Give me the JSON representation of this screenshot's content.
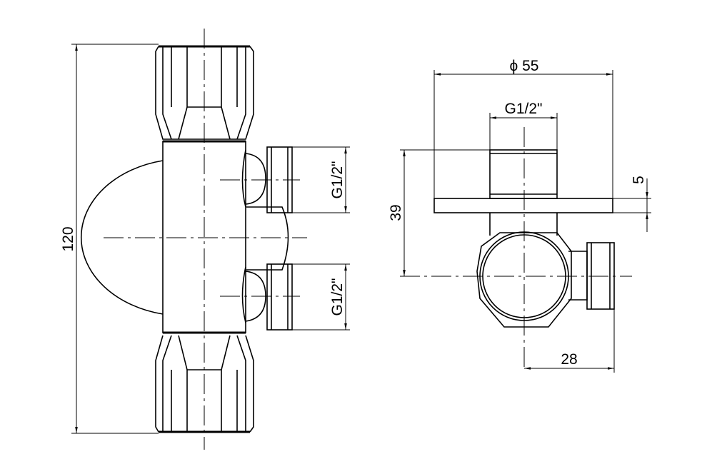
{
  "front_view": {
    "height_dim": "120",
    "upper_thread": "G1/2\"",
    "lower_thread": "G1/2\""
  },
  "side_view": {
    "diameter_dim": "ϕ 55",
    "top_thread": "G1/2\"",
    "height_dim": "39",
    "plate_dim": "5",
    "offset_dim": "28"
  }
}
